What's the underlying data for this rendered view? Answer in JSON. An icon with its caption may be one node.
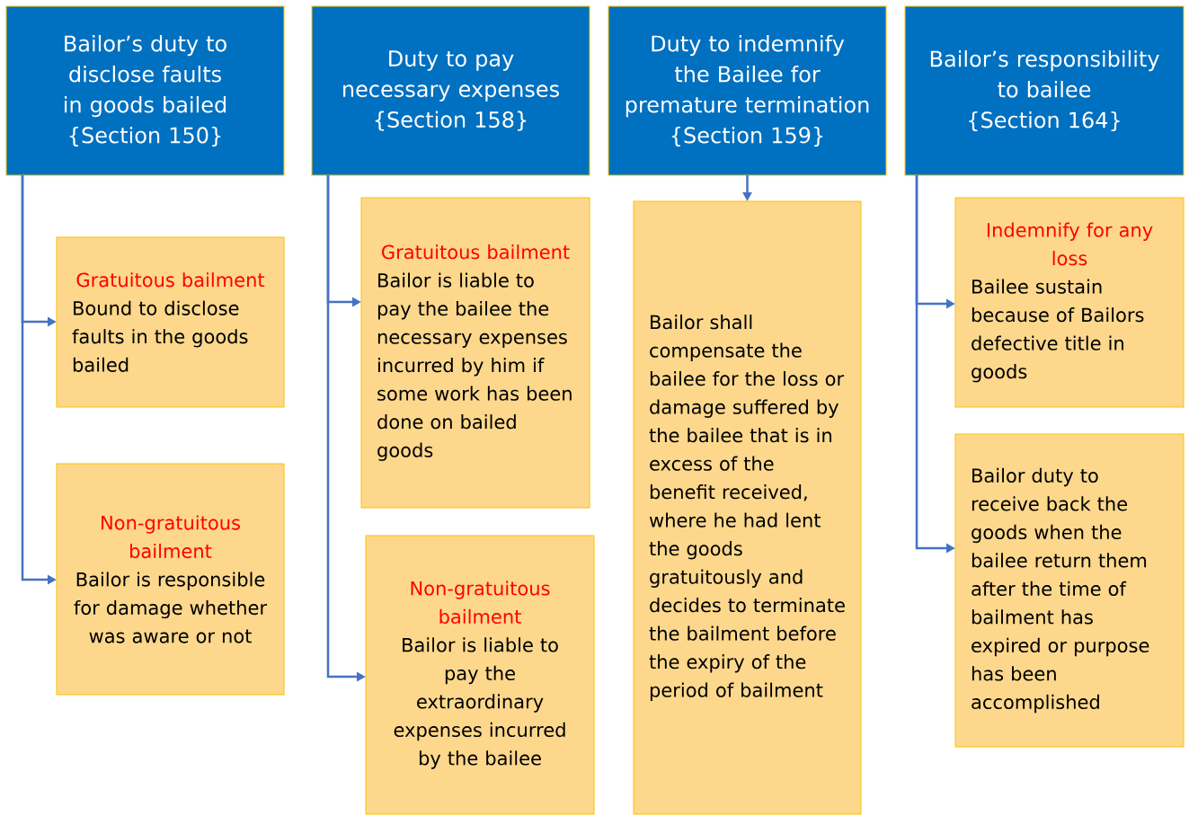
{
  "diagram": {
    "nodes": [
      {
        "text": [
          "Bailor’s duty to disclose faults in goods bailed {Section 150}"
        ]
      },
      {
        "text": [
          "Gratuitous bailment",
          "Bound to disclose faults in the goods bailed"
        ]
      },
      {
        "text": [
          "Non-gratuitous bailment",
          "Bailor is responsible for damage whether was aware or not"
        ]
      },
      {
        "text": [
          "Duty to pay necessary expenses {Section 158}"
        ]
      },
      {
        "text": [
          "Gratuitous bailment",
          "Bailor is liable to pay the bailee the necessary expenses incurred by him if some work has been done on bailed goods"
        ]
      },
      {
        "text": [
          "Non-gratuitous bailment",
          "Bailor is liable to pay the extraordinary expenses incurred by the bailee"
        ]
      },
      {
        "text": [
          "Duty to indemnify the Bailee for premature termination {Section 159}"
        ]
      },
      {
        "text": [
          "Bailor shall compensate the bailee for the loss or damage suffered by the bailee that is in excess of the benefit received, where he had lent the goods gratuitously and decides to terminate the bailment before the expiry of the period of bailment"
        ]
      },
      {
        "text": [
          "Bailor’s responsibility to bailee {Section 164}"
        ]
      },
      {
        "text": [
          "Indemnify for any loss",
          "Bailee sustain because of Bailors defective title in goods"
        ]
      },
      {
        "text": [
          "Bailor duty to receive back the goods when the bailee return them after the time of bailment has expired or purpose has been accomplished"
        ]
      }
    ],
    "edges": [
      {
        "from": 0,
        "to": 1,
        "arrow": "to"
      },
      {
        "from": 0,
        "to": 2,
        "arrow": "to"
      },
      {
        "from": 3,
        "to": 4,
        "arrow": "to"
      },
      {
        "from": 3,
        "to": 5,
        "arrow": "to"
      },
      {
        "from": 6,
        "to": 7,
        "arrow": "to"
      },
      {
        "from": 8,
        "to": 9,
        "arrow": "to"
      },
      {
        "from": 8,
        "to": 10,
        "arrow": "to"
      }
    ]
  }
}
